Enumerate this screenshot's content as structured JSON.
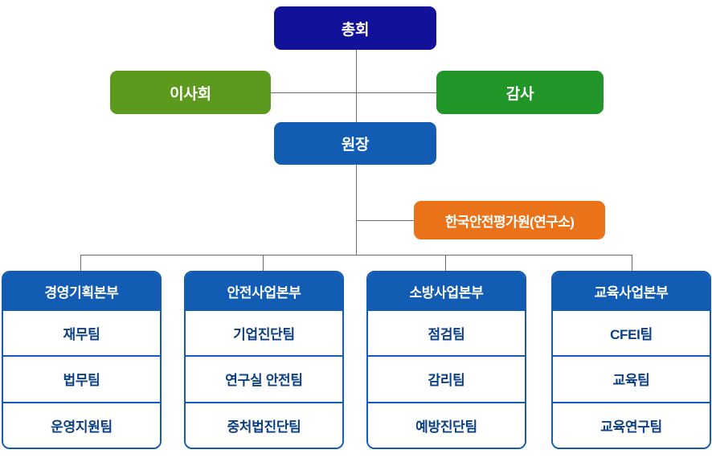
{
  "chart": {
    "type": "org-chart",
    "title_text": "",
    "colors": {
      "assembly": "#111299",
      "board": "#5c9a1e",
      "auditor": "#229529",
      "president": "#125cb4",
      "institute": "#ea7219",
      "department_header": "#125cb4",
      "department_border": "#125cb4",
      "team_text": "#0b3f84",
      "connector": "#6b6b6b",
      "background": "#ffffff"
    },
    "nodes": {
      "assembly": "총회",
      "board": "이사회",
      "auditor": "감사",
      "president": "원장",
      "institute": "한국안전평가원(연구소)"
    },
    "departments": [
      {
        "name": "경영기획본부",
        "teams": [
          "재무팀",
          "법무팀",
          "운영지원팀"
        ]
      },
      {
        "name": "안전사업본부",
        "teams": [
          "기업진단팀",
          "연구실 안전팀",
          "중처법진단팀"
        ]
      },
      {
        "name": "소방사업본부",
        "teams": [
          "점검팀",
          "감리팀",
          "예방진단팀"
        ]
      },
      {
        "name": "교육사업본부",
        "teams": [
          "CFEI팀",
          "교육팀",
          "교육연구팀"
        ]
      }
    ]
  }
}
